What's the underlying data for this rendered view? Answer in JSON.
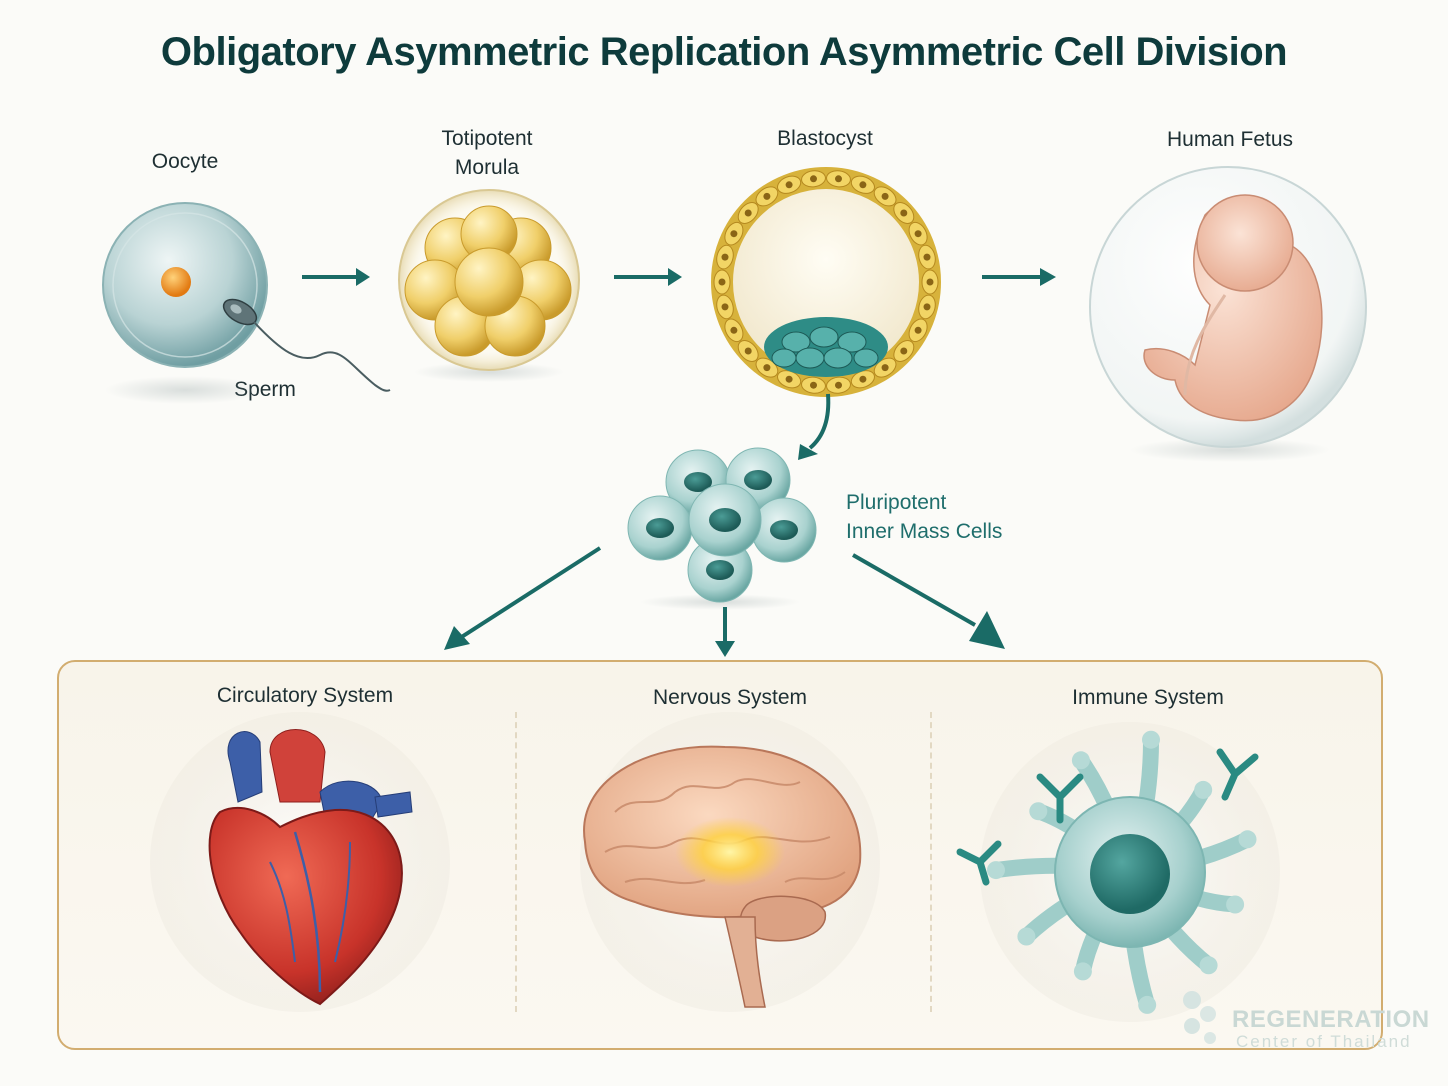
{
  "title": "Obligatory Asymmetric Replication Asymmetric Cell Division",
  "stages": {
    "oocyte": "Oocyte",
    "sperm": "Sperm",
    "morula_line1": "Totipotent",
    "morula_line2": "Morula",
    "blastocyst": "Blastocyst",
    "fetus": "Human Fetus",
    "inner_line1": "Pluripotent",
    "inner_line2": "Inner Mass Cells"
  },
  "systems": {
    "circulatory": "Circulatory System",
    "nervous": "Nervous System",
    "immune": "Immune System"
  },
  "watermark": {
    "line1": "REGENERATION",
    "line2": "Center of Thailand"
  },
  "colors": {
    "accent": "#1a6b66",
    "panel_border": "#d2ad70",
    "title": "#0e3b3c"
  }
}
